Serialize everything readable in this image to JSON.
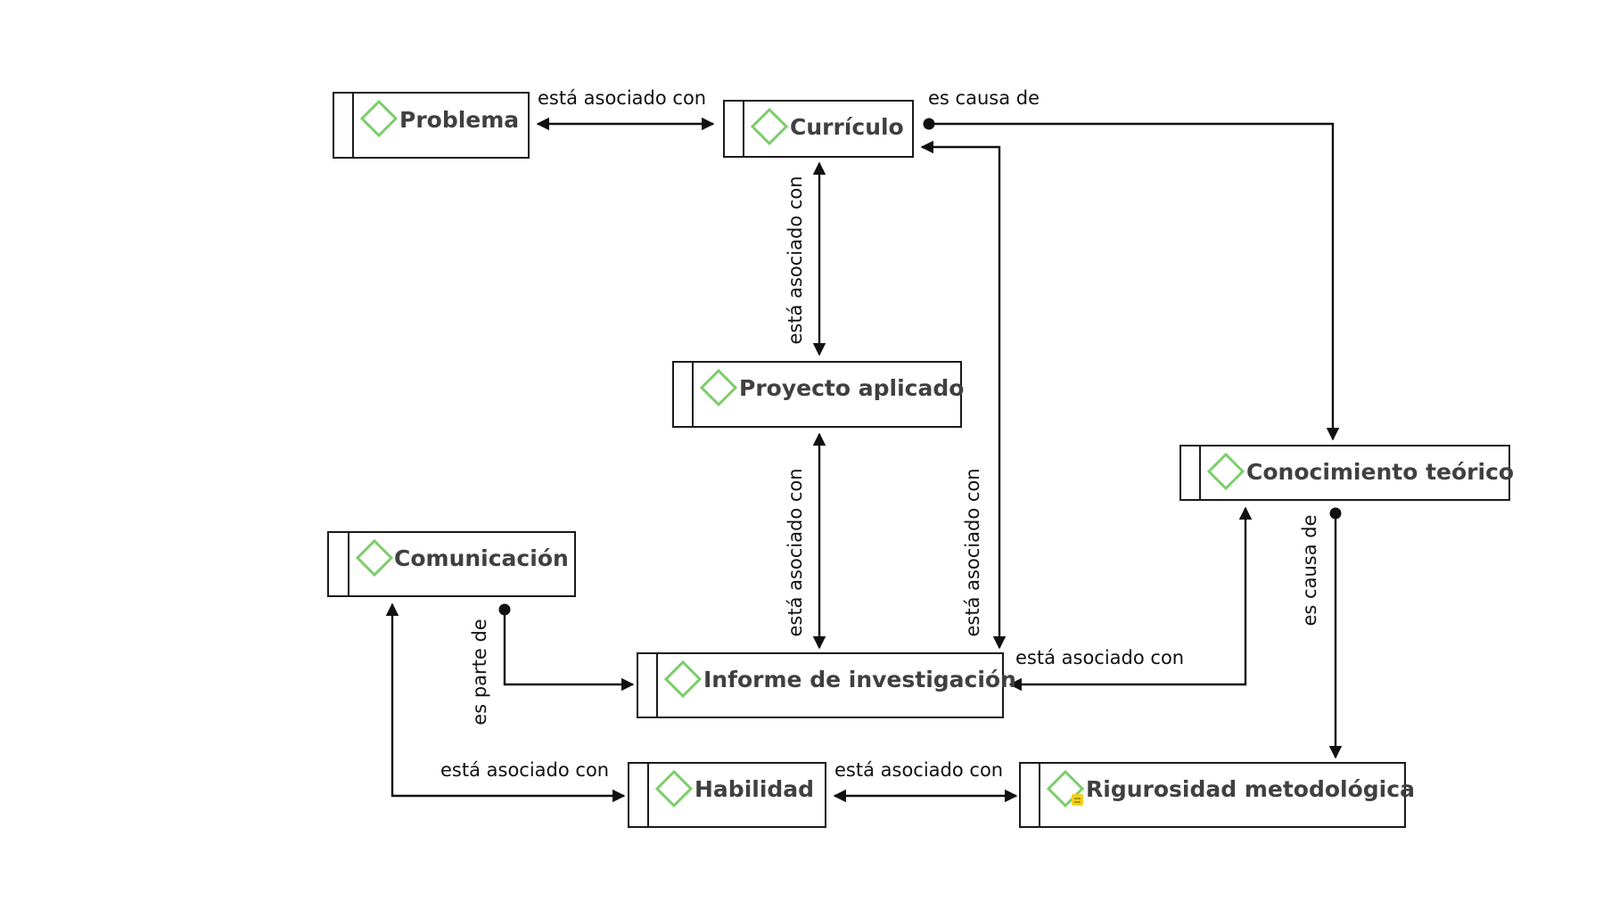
{
  "concepts": {
    "problema": "Problema",
    "curriculo": "Currículo",
    "proyecto": "Proyecto aplicado",
    "conocimiento": "Conocimiento teórico",
    "comunicacion": "Comunicación",
    "informe": "Informe de investigación",
    "habilidad": "Habilidad",
    "rigurosidad": "Rigurosidad metodológica"
  },
  "links": {
    "problema_curriculo": "está asociado con",
    "curriculo_conocimiento": "es causa de",
    "curriculo_proyecto": "está asociado con",
    "proyecto_informe": "está asociado con",
    "curriculo_informe": "está asociado con",
    "conocimiento_informe": "está asociado con",
    "conocimiento_rigurosidad": "es causa de",
    "comunicacion_informe": "es parte de",
    "comunicacion_habilidad": "está asociado con",
    "habilidad_rigurosidad": "está asociado con"
  },
  "colors": {
    "concept_icon": "#7ccd6a",
    "note_icon": "#f2d21b",
    "line": "#111111"
  },
  "icons": {
    "concept": "diamond-icon",
    "note": "note-icon"
  }
}
